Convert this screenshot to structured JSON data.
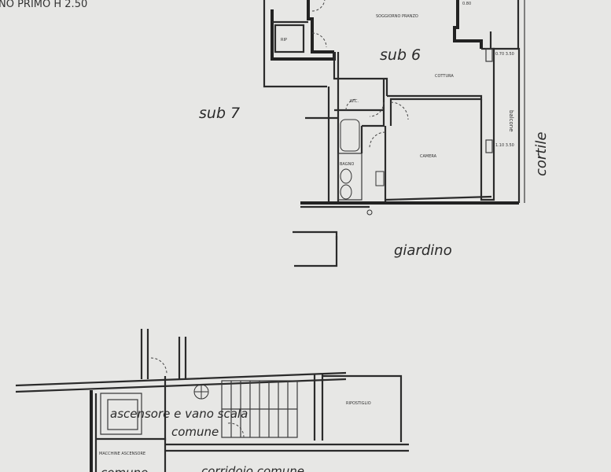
{
  "header": {
    "fragment": "NO PRIMO H 2.50"
  },
  "labels": {
    "sub7": "sub 7",
    "sub6": "sub 6",
    "cortile": "cortile",
    "giardino": "giardino",
    "ascensore": "ascensore e vano scala",
    "comune_1": "comune",
    "comune_2": "comune",
    "corridoio": "corridoio comune"
  },
  "rooms": {
    "soggiorno": "SOGGIORNO PRANZO",
    "cottura": "COTTURA",
    "balcone": "balcone",
    "wc": "W.C.",
    "bagno": "BAGNO",
    "camera": "CAMERA",
    "ripostiglio": "RIP",
    "ripostiglio_basso": "RIPOSTIGLIO",
    "macchine": "MACCHINE ASCENSORE"
  },
  "dimensions": {
    "d1": "0.70 3.50",
    "d2": "1.10 3.50",
    "d3": "0.80"
  }
}
